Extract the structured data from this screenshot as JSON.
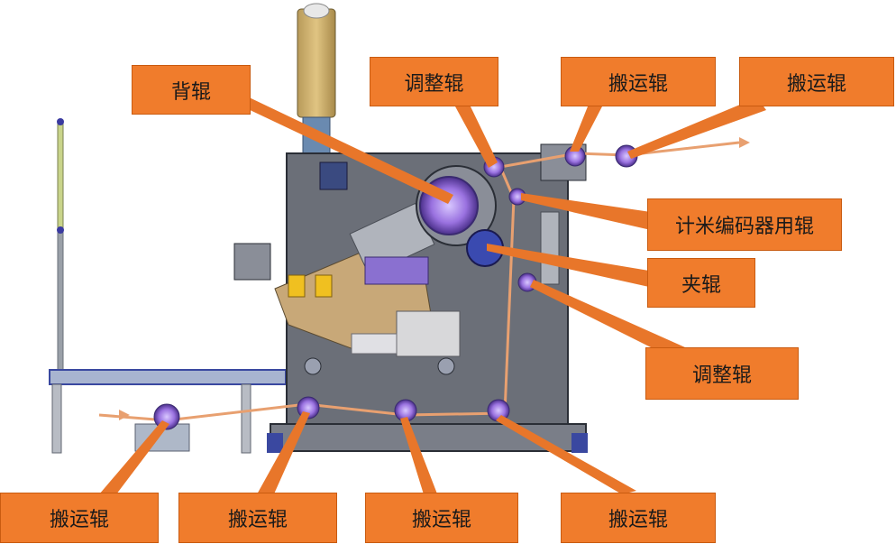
{
  "labels": {
    "back_roller": "背辊",
    "adjust_roller_top": "调整辊",
    "transport_roller_top1": "搬运辊",
    "transport_roller_top2": "搬运辊",
    "meter_encoder_roller": "计米编码器用辊",
    "nip_roller": "夹辊",
    "adjust_roller_right": "调整辊",
    "transport_roller_bottom1": "搬运辊",
    "transport_roller_bottom2": "搬运辊",
    "transport_roller_bottom3": "搬运辊",
    "transport_roller_bottom4": "搬运辊"
  },
  "colors": {
    "label_fill": "#f07c2c",
    "leader_line": "#e8762a",
    "web_path": "#e8a070",
    "machine_body": "#6b6f78",
    "roller": "#7a4fc8"
  }
}
